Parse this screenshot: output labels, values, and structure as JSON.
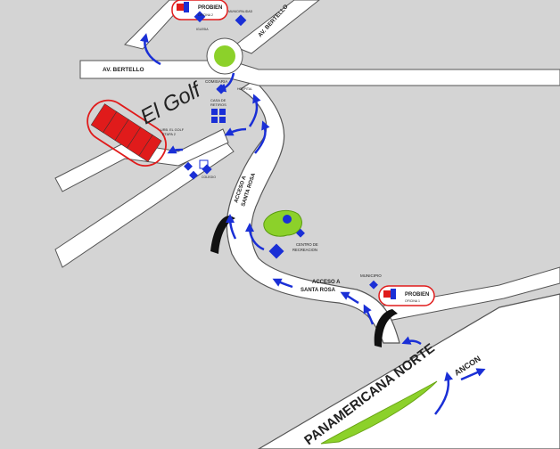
{
  "map": {
    "colors": {
      "background": "#d4d4d4",
      "road": "#ffffff",
      "road_edge": "#555555",
      "arrow": "#1a2fd6",
      "brand_red": "#e01b1b",
      "green": "#8cd12a"
    },
    "streets": {
      "av_bertello_left": "AV. BERTELLO",
      "av_bertello_right": "AV. BERTELLO",
      "acceso_santa_rosa_upper": [
        "ACCESO A",
        "SANTA ROSA"
      ],
      "acceso_santa_rosa_lower": [
        "ACCESO A",
        "SANTA ROSA"
      ],
      "panamericana_norte": "PANAMERICANA NORTE",
      "ancon": "ANCON"
    },
    "places": {
      "probien_top": "PROBIEN",
      "oficina_2": "OFICINA 2",
      "iglesia": "IGLESIA",
      "municipalidad": "MUNICIPALIDAD",
      "comisaria": "COMISARIA",
      "hospital": "HOSPITAL",
      "casa_de_retiros": [
        "CASA DE",
        "RETIROS"
      ],
      "el_golf": "El Golf",
      "urb_el_golf": [
        "URB. EL GOLF",
        "ETAPA 2"
      ],
      "colegio": "COLEGIO",
      "centro_recreacion": [
        "CENTRO DE",
        "RECREACION"
      ],
      "municipio": "MUNICIPIO",
      "probien_bottom": "PROBIEN",
      "oficina_1": "OFICINA 1"
    }
  }
}
